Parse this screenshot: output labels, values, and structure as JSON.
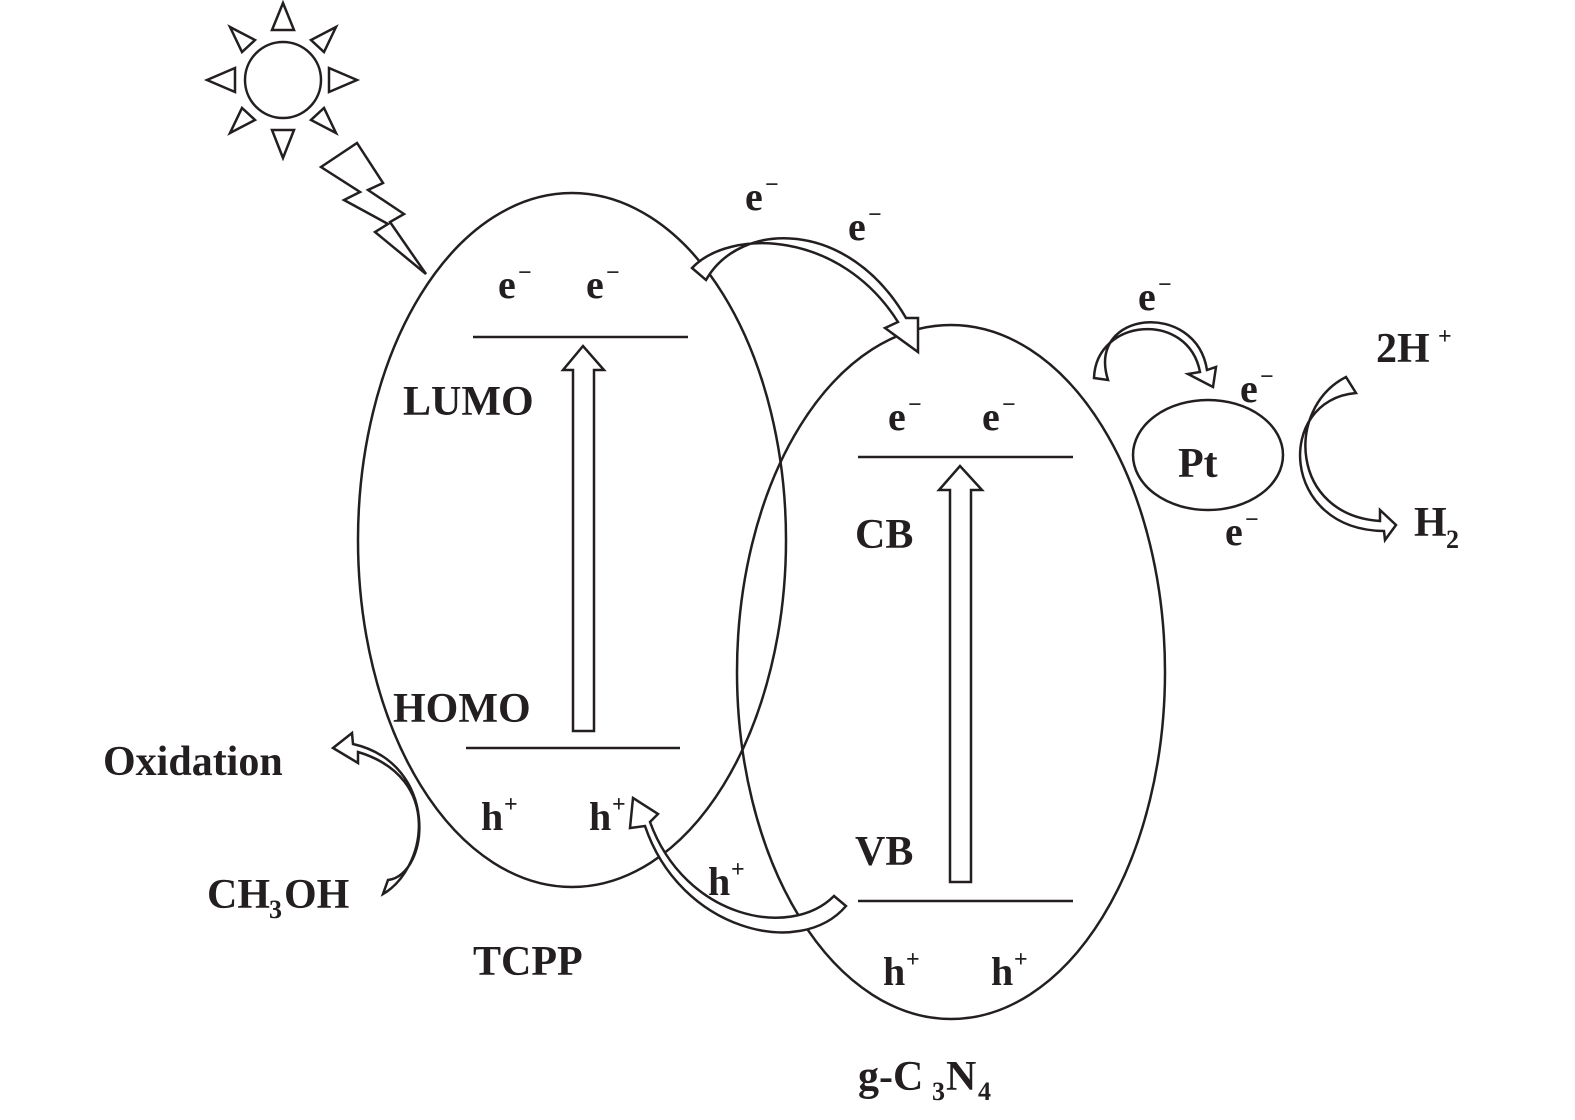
{
  "labels": {
    "lumo": "LUMO",
    "homo": "HOMO",
    "cb": "CB",
    "vb": "VB",
    "tcpp": "TCPP",
    "pt": "Pt",
    "oxidation": "Oxidation",
    "two_h": "2H",
    "two_h_sup": "+",
    "h2": "H",
    "h2_sub": "2",
    "ch3oh_a": "CH",
    "ch3oh_sub": "3",
    "ch3oh_b": "OH",
    "gc3n4_a": "g-C",
    "gc3n4_sub1": "3",
    "gc3n4_b": "N",
    "gc3n4_sub2": "4"
  },
  "carriers": {
    "electron": "e",
    "electron_sign": "−",
    "hole": "h",
    "hole_sign": "+"
  },
  "colors": {
    "ink": "#231f20",
    "background": "#ffffff"
  },
  "icons": [
    "sun-icon",
    "lightning-icon"
  ]
}
